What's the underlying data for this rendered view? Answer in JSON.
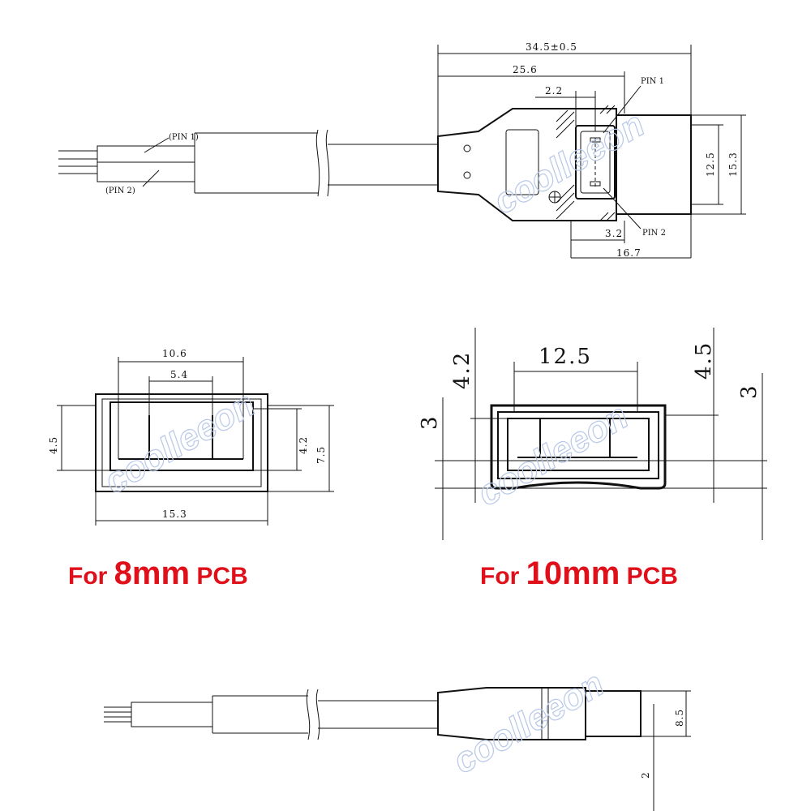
{
  "top_view": {
    "dims": {
      "overall_length": "34.5±0.5",
      "body_length": "25.6",
      "pin_offset": "2.2",
      "width_inner": "12.5",
      "width_outer": "15.3",
      "pin_pitch_bottom": "3.2",
      "bottom_length": "16.7"
    },
    "labels": {
      "pin1_wire": "(PIN 1)",
      "pin2_wire": "(PIN 2)",
      "pin1_head": "PIN 1",
      "pin2_head": "PIN 2"
    }
  },
  "pcb8": {
    "dims": {
      "inner_width": "10.6",
      "pin_spacing": "5.4",
      "left_height": "4.5",
      "right_inner_height": "4.2",
      "right_outer_height": "7.5",
      "outer_width": "15.3"
    },
    "caption": {
      "for": "For ",
      "size": "8mm",
      "pcb": " PCB"
    }
  },
  "pcb10": {
    "dims": {
      "width": "12.5",
      "left_top": "4.2",
      "left_bottom": "3",
      "right_top": "4.5",
      "right_bottom": "3"
    },
    "caption": {
      "for": "For ",
      "size": "10mm",
      "pcb": " PCB"
    }
  },
  "side_view": {
    "dims": {
      "height": "8.5",
      "offset": "2"
    }
  },
  "watermark": "coolleeon",
  "colors": {
    "caption": "#e0101a",
    "line": "#111111",
    "watermark": "#b9c8e8"
  }
}
